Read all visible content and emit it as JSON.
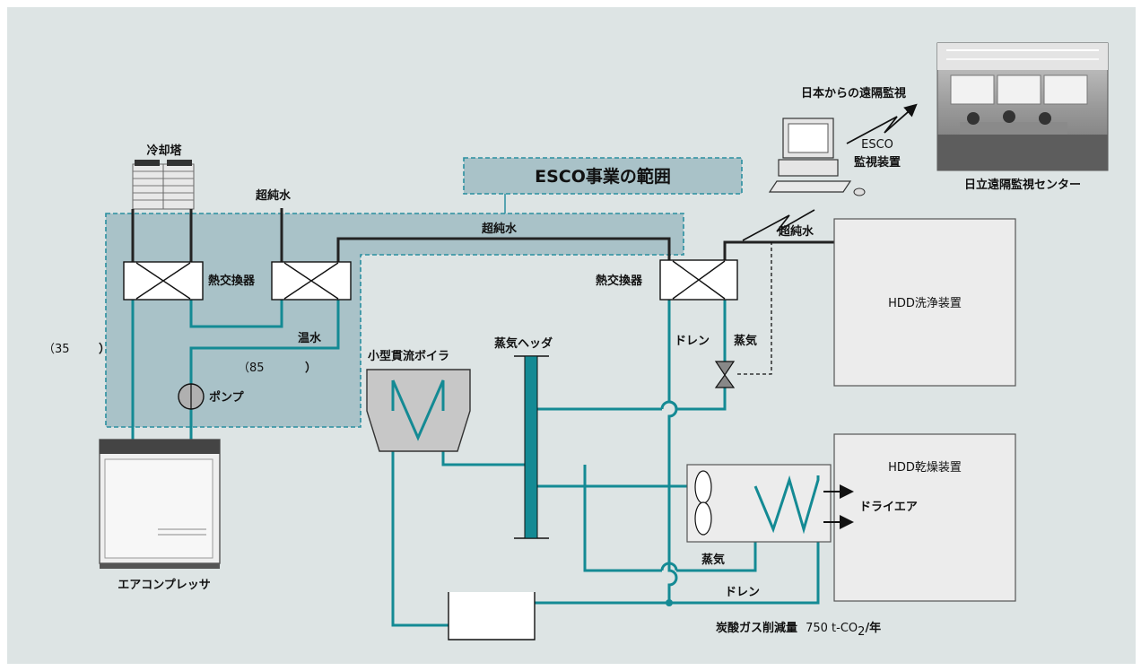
{
  "colors": {
    "background": "#dde4e4",
    "esco_region": "#a9c2c8",
    "teal_pipe": "#148a94",
    "dashed_border": "#2a8fa0"
  },
  "labels": {
    "cooling_tower": "冷却塔",
    "ultrapure_water_top": "超純水",
    "ultrapure_water_mid": "超純水",
    "ultrapure_water_right": "超純水",
    "heat_exchanger_left": "熱交換器",
    "heat_exchanger_right": "熱交換器",
    "esco_scope": "ESCO事業の範囲",
    "warm_water": "温水",
    "temp_35_open": "（35",
    "temp_35_close": "）",
    "temp_85_open": "（85",
    "temp_85_close": "）",
    "pump": "ポンプ",
    "air_compressor": "エアコンプレッサ",
    "boiler": "小型貫流ボイラ",
    "steam_header": "蒸気ヘッダ",
    "drain_upper": "ドレン",
    "steam_upper": "蒸気",
    "hdd_cleaning": "HDD洗浄装置",
    "hdd_drying": "HDD乾燥装置",
    "dry_air": "ドライエア",
    "steam_lower": "蒸気",
    "drain_lower": "ドレン",
    "co2_reduction_label": "炭酸ガス削減量",
    "co2_reduction_value": "750 t-CO",
    "co2_sub": "2",
    "co2_per_year": "/年",
    "remote_monitoring": "日本からの遠隔監視",
    "esco_monitor_line1": "ESCO",
    "esco_monitor_line2": "監視装置",
    "hitachi_center": "日立遠隔監視センター"
  }
}
